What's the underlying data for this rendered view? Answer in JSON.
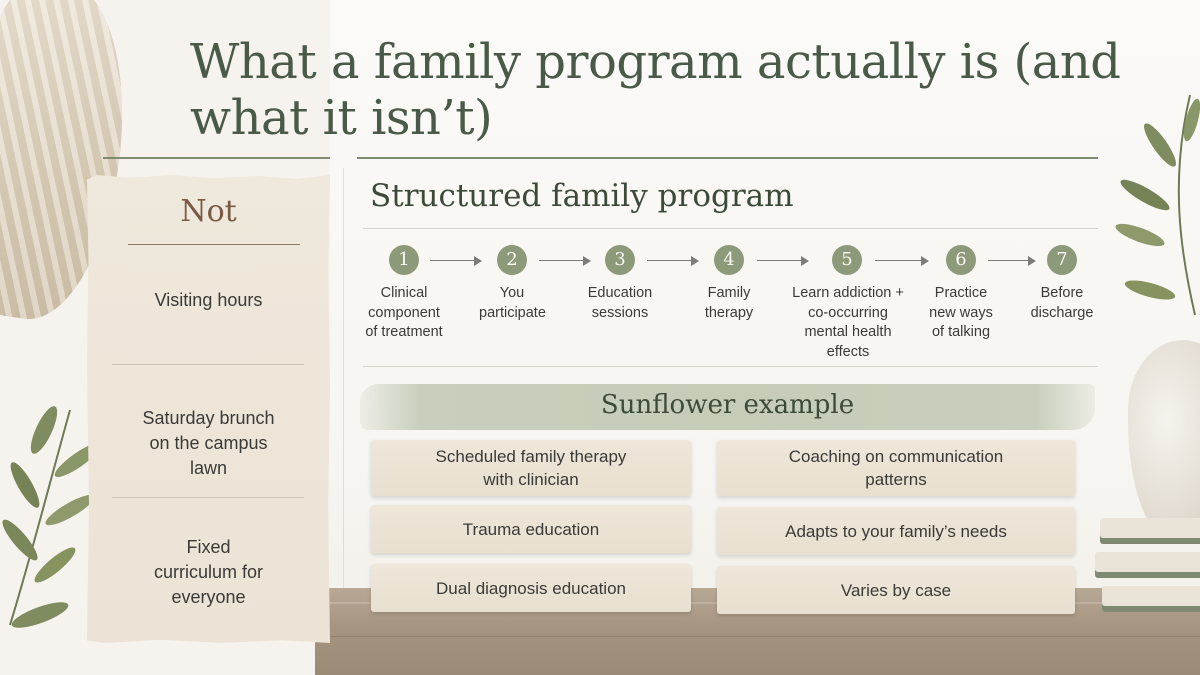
{
  "title": "What a family program actually is (and what it isn’t)",
  "not_card": {
    "heading": "Not",
    "items": [
      "Visiting hours",
      "Saturday brunch on the campus lawn",
      "Fixed curriculum for everyone"
    ]
  },
  "program": {
    "heading": "Structured family program",
    "steps": [
      {
        "number": "1",
        "label": "Clinical component of treatment"
      },
      {
        "number": "2",
        "label": "You participate"
      },
      {
        "number": "3",
        "label": "Education sessions"
      },
      {
        "number": "4",
        "label": "Family therapy"
      },
      {
        "number": "5",
        "label": "Learn addiction + co-occurring mental health effects"
      },
      {
        "number": "6",
        "label": "Practice new ways of talking"
      },
      {
        "number": "7",
        "label": "Before discharge"
      }
    ]
  },
  "example": {
    "heading": "Sunflower example",
    "left": [
      "Scheduled family therapy with clinician",
      "Trauma education",
      "Dual diagnosis education"
    ],
    "right": [
      "Coaching on communication patterns",
      "Adapts to your family’s needs",
      "Varies by case"
    ]
  },
  "colors": {
    "title": "#4a5a48",
    "accent": "#8d9a7a",
    "not_heading": "#7a5a45",
    "banner": "#c5ccb8"
  }
}
